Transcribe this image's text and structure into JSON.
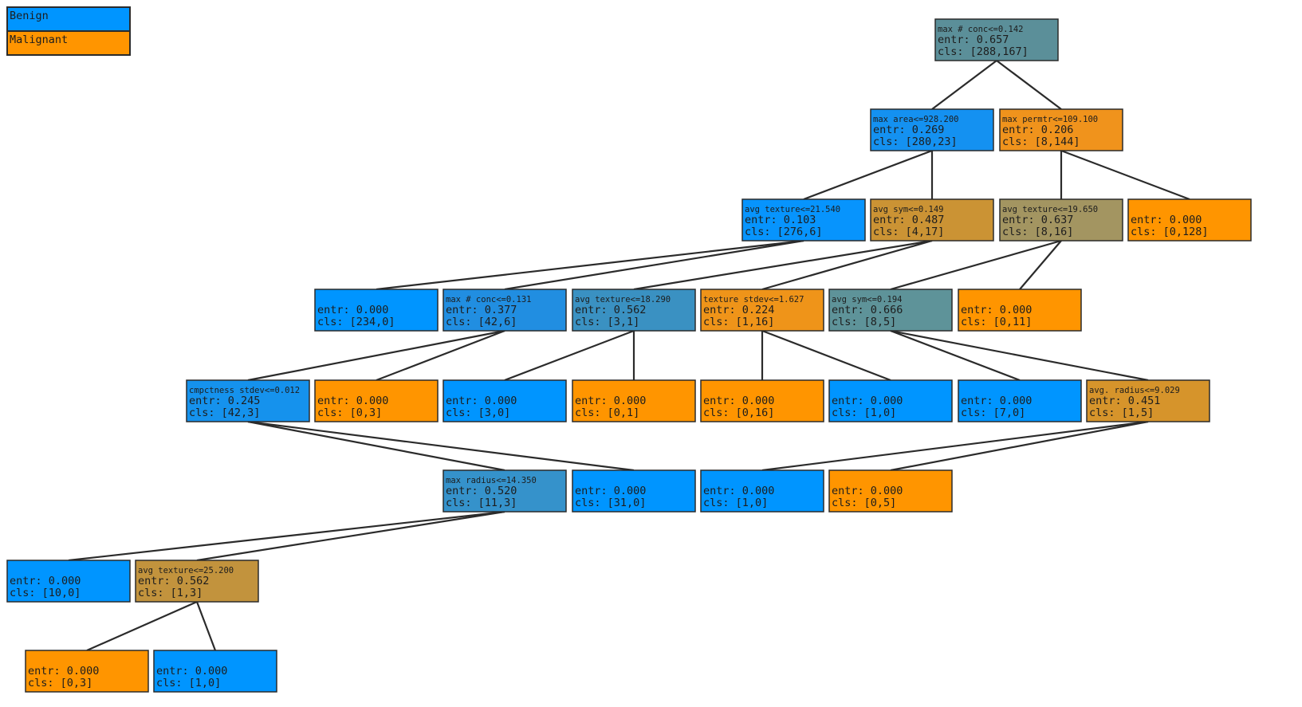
{
  "legend": [
    {
      "label": "Benign",
      "color": "#0095ff"
    },
    {
      "label": "Malignant",
      "color": "#ff9500"
    }
  ],
  "nodes": [
    {
      "id": "n0",
      "split": "max # conc<=0.142",
      "entr": "entr: 0.657",
      "cls": "cls: [288,167]",
      "color": "#5b8f99"
    },
    {
      "id": "n1",
      "split": "max area<=928.200",
      "entr": "entr: 0.269",
      "cls": "cls: [280,23]",
      "color": "#1491f1"
    },
    {
      "id": "n2",
      "split": "max permtr<=109.100",
      "entr": "entr: 0.206",
      "cls": "cls: [8,144]",
      "color": "#f0931c"
    },
    {
      "id": "n3",
      "split": "avg texture<=21.540",
      "entr": "entr: 0.103",
      "cls": "cls: [276,6]",
      "color": "#0794fd"
    },
    {
      "id": "n4",
      "split": "avg sym<=0.149",
      "entr": "entr: 0.487",
      "cls": "cls: [4,17]",
      "color": "#cb9334"
    },
    {
      "id": "n5",
      "split": "avg texture<=19.650",
      "entr": "entr: 0.637",
      "cls": "cls: [8,16]",
      "color": "#a39561"
    },
    {
      "id": "n6",
      "split": "",
      "entr": "entr: 0.000",
      "cls": "cls: [0,128]",
      "color": "#ff9500"
    },
    {
      "id": "n7",
      "split": "",
      "entr": "entr: 0.000",
      "cls": "cls: [234,0]",
      "color": "#0095ff"
    },
    {
      "id": "n8",
      "split": "max # conc<=0.131",
      "entr": "entr: 0.377",
      "cls": "cls: [42,6]",
      "color": "#218ee1"
    },
    {
      "id": "n9",
      "split": "avg texture<=18.290",
      "entr": "entr: 0.562",
      "cls": "cls: [3,1]",
      "color": "#3a91c2"
    },
    {
      "id": "n10",
      "split": "texture stdev<=1.627",
      "entr": "entr: 0.224",
      "cls": "cls: [1,16]",
      "color": "#ef9419"
    },
    {
      "id": "n11",
      "split": "avg sym<=0.194",
      "entr": "entr: 0.666",
      "cls": "cls: [8,5]",
      "color": "#5e9399"
    },
    {
      "id": "n12",
      "split": "",
      "entr": "entr: 0.000",
      "cls": "cls: [0,11]",
      "color": "#ff9500"
    },
    {
      "id": "n13",
      "split": "cmpctness stdev<=0.012",
      "entr": "entr: 0.245",
      "cls": "cls: [42,3]",
      "color": "#1592ed"
    },
    {
      "id": "n14",
      "split": "",
      "entr": "entr: 0.000",
      "cls": "cls: [0,3]",
      "color": "#ff9500"
    },
    {
      "id": "n15",
      "split": "",
      "entr": "entr: 0.000",
      "cls": "cls: [3,0]",
      "color": "#0095ff"
    },
    {
      "id": "n16",
      "split": "",
      "entr": "entr: 0.000",
      "cls": "cls: [0,1]",
      "color": "#ff9500"
    },
    {
      "id": "n17",
      "split": "",
      "entr": "entr: 0.000",
      "cls": "cls: [0,16]",
      "color": "#ff9500"
    },
    {
      "id": "n18",
      "split": "",
      "entr": "entr: 0.000",
      "cls": "cls: [1,0]",
      "color": "#0095ff"
    },
    {
      "id": "n19",
      "split": "",
      "entr": "entr: 0.000",
      "cls": "cls: [7,0]",
      "color": "#0095ff"
    },
    {
      "id": "n20",
      "split": "avg. radius<=9.029",
      "entr": "entr: 0.451",
      "cls": "cls: [1,5]",
      "color": "#d6942b"
    },
    {
      "id": "n21",
      "split": "max radius<=14.350",
      "entr": "entr: 0.520",
      "cls": "cls: [11,3]",
      "color": "#3592cb"
    },
    {
      "id": "n22",
      "split": "",
      "entr": "entr: 0.000",
      "cls": "cls: [31,0]",
      "color": "#0095ff"
    },
    {
      "id": "n23",
      "split": "",
      "entr": "entr: 0.000",
      "cls": "cls: [1,0]",
      "color": "#0095ff"
    },
    {
      "id": "n24",
      "split": "",
      "entr": "entr: 0.000",
      "cls": "cls: [0,5]",
      "color": "#ff9500"
    },
    {
      "id": "n25",
      "split": "",
      "entr": "entr: 0.000",
      "cls": "cls: [10,0]",
      "color": "#0095ff"
    },
    {
      "id": "n26",
      "split": "avg texture<=25.200",
      "entr": "entr: 0.562",
      "cls": "cls: [1,3]",
      "color": "#c2933d"
    },
    {
      "id": "n27",
      "split": "",
      "entr": "entr: 0.000",
      "cls": "cls: [0,3]",
      "color": "#ff9500"
    },
    {
      "id": "n28",
      "split": "",
      "entr": "entr: 0.000",
      "cls": "cls: [1,0]",
      "color": "#0095ff"
    }
  ],
  "edges": [
    [
      "n0",
      "n1"
    ],
    [
      "n0",
      "n2"
    ],
    [
      "n1",
      "n3"
    ],
    [
      "n1",
      "n4"
    ],
    [
      "n2",
      "n5"
    ],
    [
      "n2",
      "n6"
    ],
    [
      "n3",
      "n7"
    ],
    [
      "n3",
      "n8"
    ],
    [
      "n4",
      "n9"
    ],
    [
      "n4",
      "n10"
    ],
    [
      "n5",
      "n11"
    ],
    [
      "n5",
      "n12"
    ],
    [
      "n8",
      "n13"
    ],
    [
      "n8",
      "n14"
    ],
    [
      "n9",
      "n15"
    ],
    [
      "n9",
      "n16"
    ],
    [
      "n10",
      "n17"
    ],
    [
      "n10",
      "n18"
    ],
    [
      "n11",
      "n19"
    ],
    [
      "n11",
      "n20"
    ],
    [
      "n13",
      "n21"
    ],
    [
      "n13",
      "n22"
    ],
    [
      "n20",
      "n23"
    ],
    [
      "n20",
      "n24"
    ],
    [
      "n21",
      "n25"
    ],
    [
      "n21",
      "n26"
    ],
    [
      "n26",
      "n27"
    ],
    [
      "n26",
      "n28"
    ]
  ]
}
